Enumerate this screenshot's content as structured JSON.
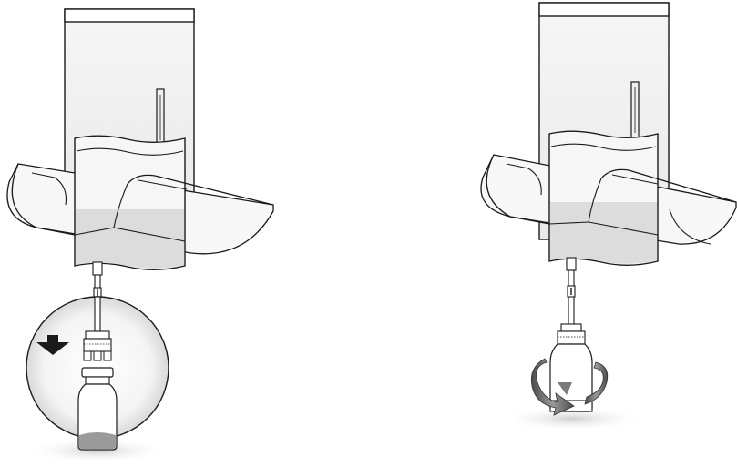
{
  "figure": {
    "panels": [
      {
        "id": "step-1",
        "parts": [
          "overwrap-pouch",
          "iv-bag",
          "bag-hanger-loop",
          "bag-port",
          "vial-adapter",
          "magnified-view",
          "vial",
          "push-down-arrow"
        ]
      },
      {
        "id": "step-2",
        "parts": [
          "overwrap-pouch",
          "iv-bag",
          "bag-hanger-loop",
          "bag-port",
          "vial-adapter",
          "vial",
          "twist-arrow"
        ]
      }
    ],
    "colors": {
      "outline": "#1a1a1a",
      "pouch_fill": "#f4f4f4",
      "liquid": "#d9d9d9",
      "arrow": "#1a1a1a",
      "twist_arrow": "#6e6e6e",
      "shadow": "#d6d6d6"
    }
  }
}
